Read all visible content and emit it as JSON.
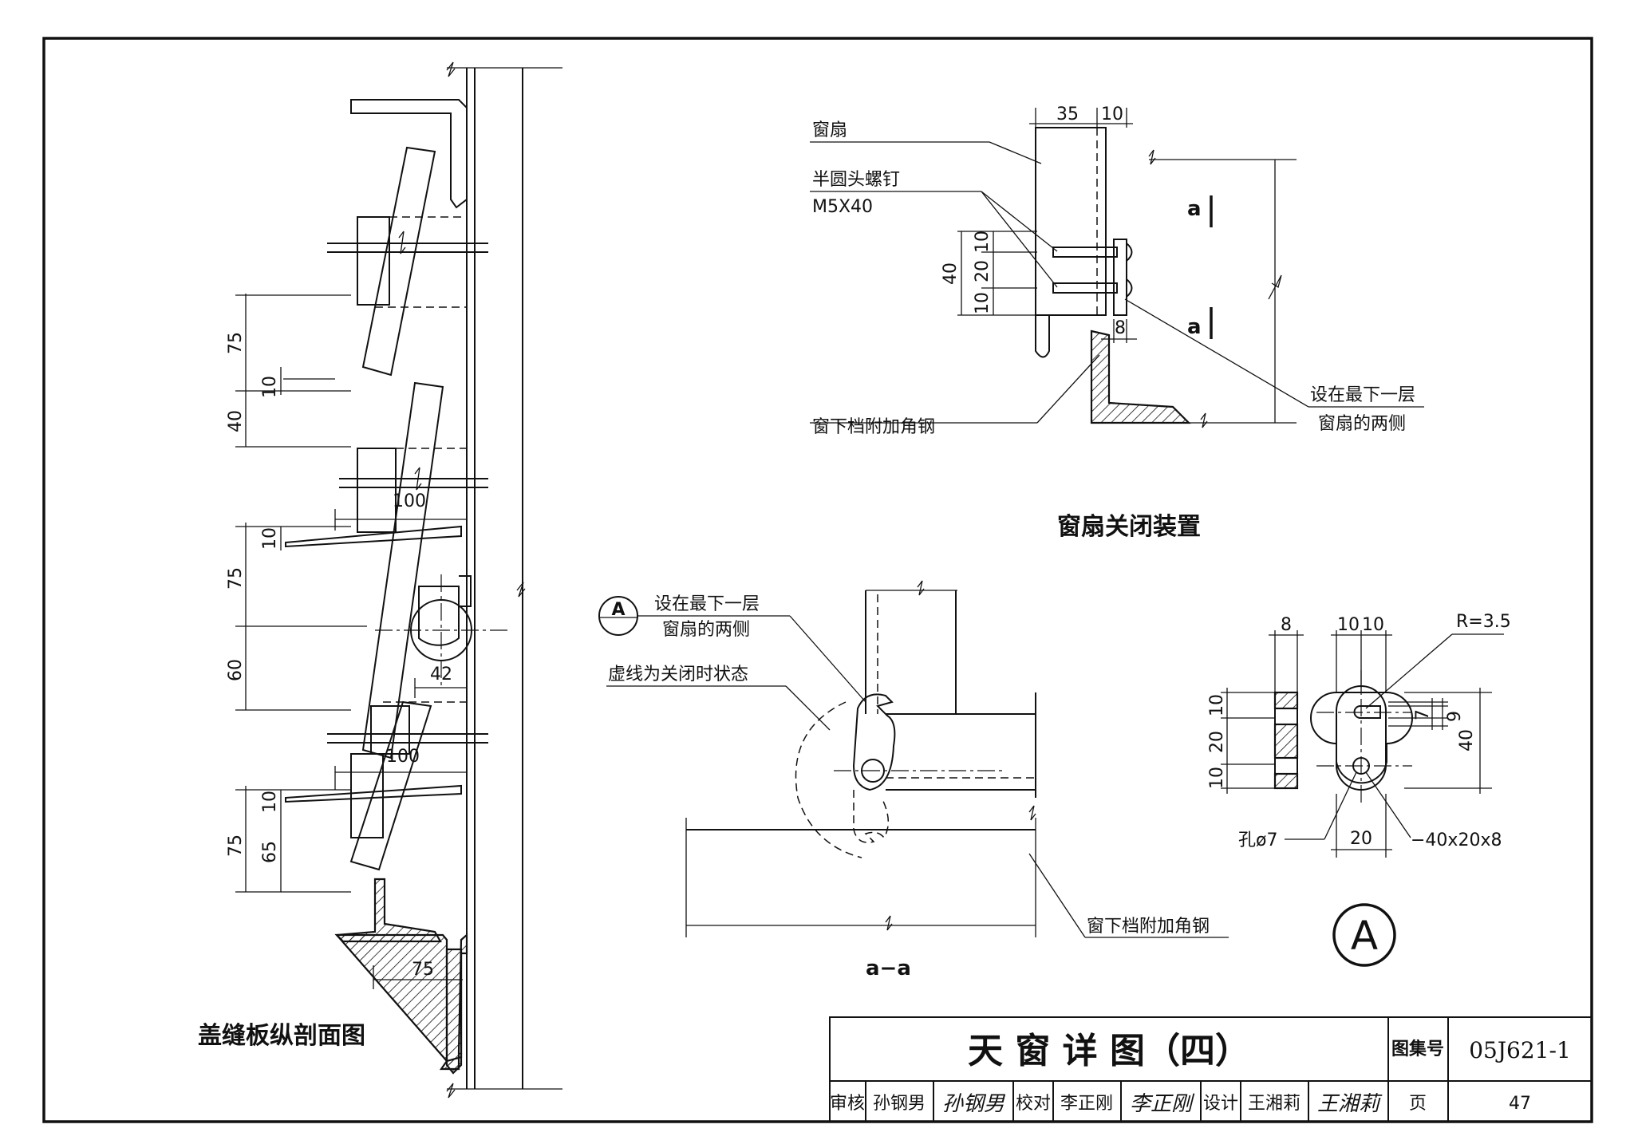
{
  "left_section": {
    "caption": "盖缝板纵剖面图",
    "dims": [
      "75",
      "10",
      "40",
      "100",
      "10",
      "75",
      "60",
      "42",
      "100",
      "10",
      "75",
      "65",
      "75"
    ]
  },
  "closing_device": {
    "caption": "窗扇关闭装置",
    "labels": {
      "sash": "窗扇",
      "screw_name": "半圆头螺钉",
      "screw_spec": "M5X40",
      "angle": "窗下档附加角钢",
      "note_line1": "设在最下一层",
      "note_line2": "窗扇的两侧",
      "section_mark": "a"
    },
    "dims": [
      "35",
      "10",
      "10",
      "20",
      "10",
      "40",
      "8"
    ]
  },
  "section_aa": {
    "caption": "a−a",
    "callout_letter": "A",
    "note_line1": "设在最下一层",
    "note_line2": "窗扇的两侧",
    "dashed_note": "虚线为关闭时状态",
    "angle": "窗下档附加角钢"
  },
  "detail_a": {
    "letter": "A",
    "radius": "R=3.5",
    "hole": "孔ø7",
    "plate": "−40x20x8",
    "dims": [
      "8",
      "10",
      "10",
      "10",
      "20",
      "10",
      "7",
      "9",
      "40",
      "20"
    ]
  },
  "title_block": {
    "title": "天 窗 详 图（四）",
    "atlas_label": "图集号",
    "atlas_no": "05J621-1",
    "review_label": "审核",
    "reviewer": "孙钢男",
    "reviewer_sig": "孙钢男",
    "check_label": "校对",
    "checker": "李正刚",
    "checker_sig": "李正刚",
    "design_label": "设计",
    "designer": "王湘莉",
    "designer_sig": "王湘莉",
    "page_label": "页",
    "page_no": "47"
  }
}
